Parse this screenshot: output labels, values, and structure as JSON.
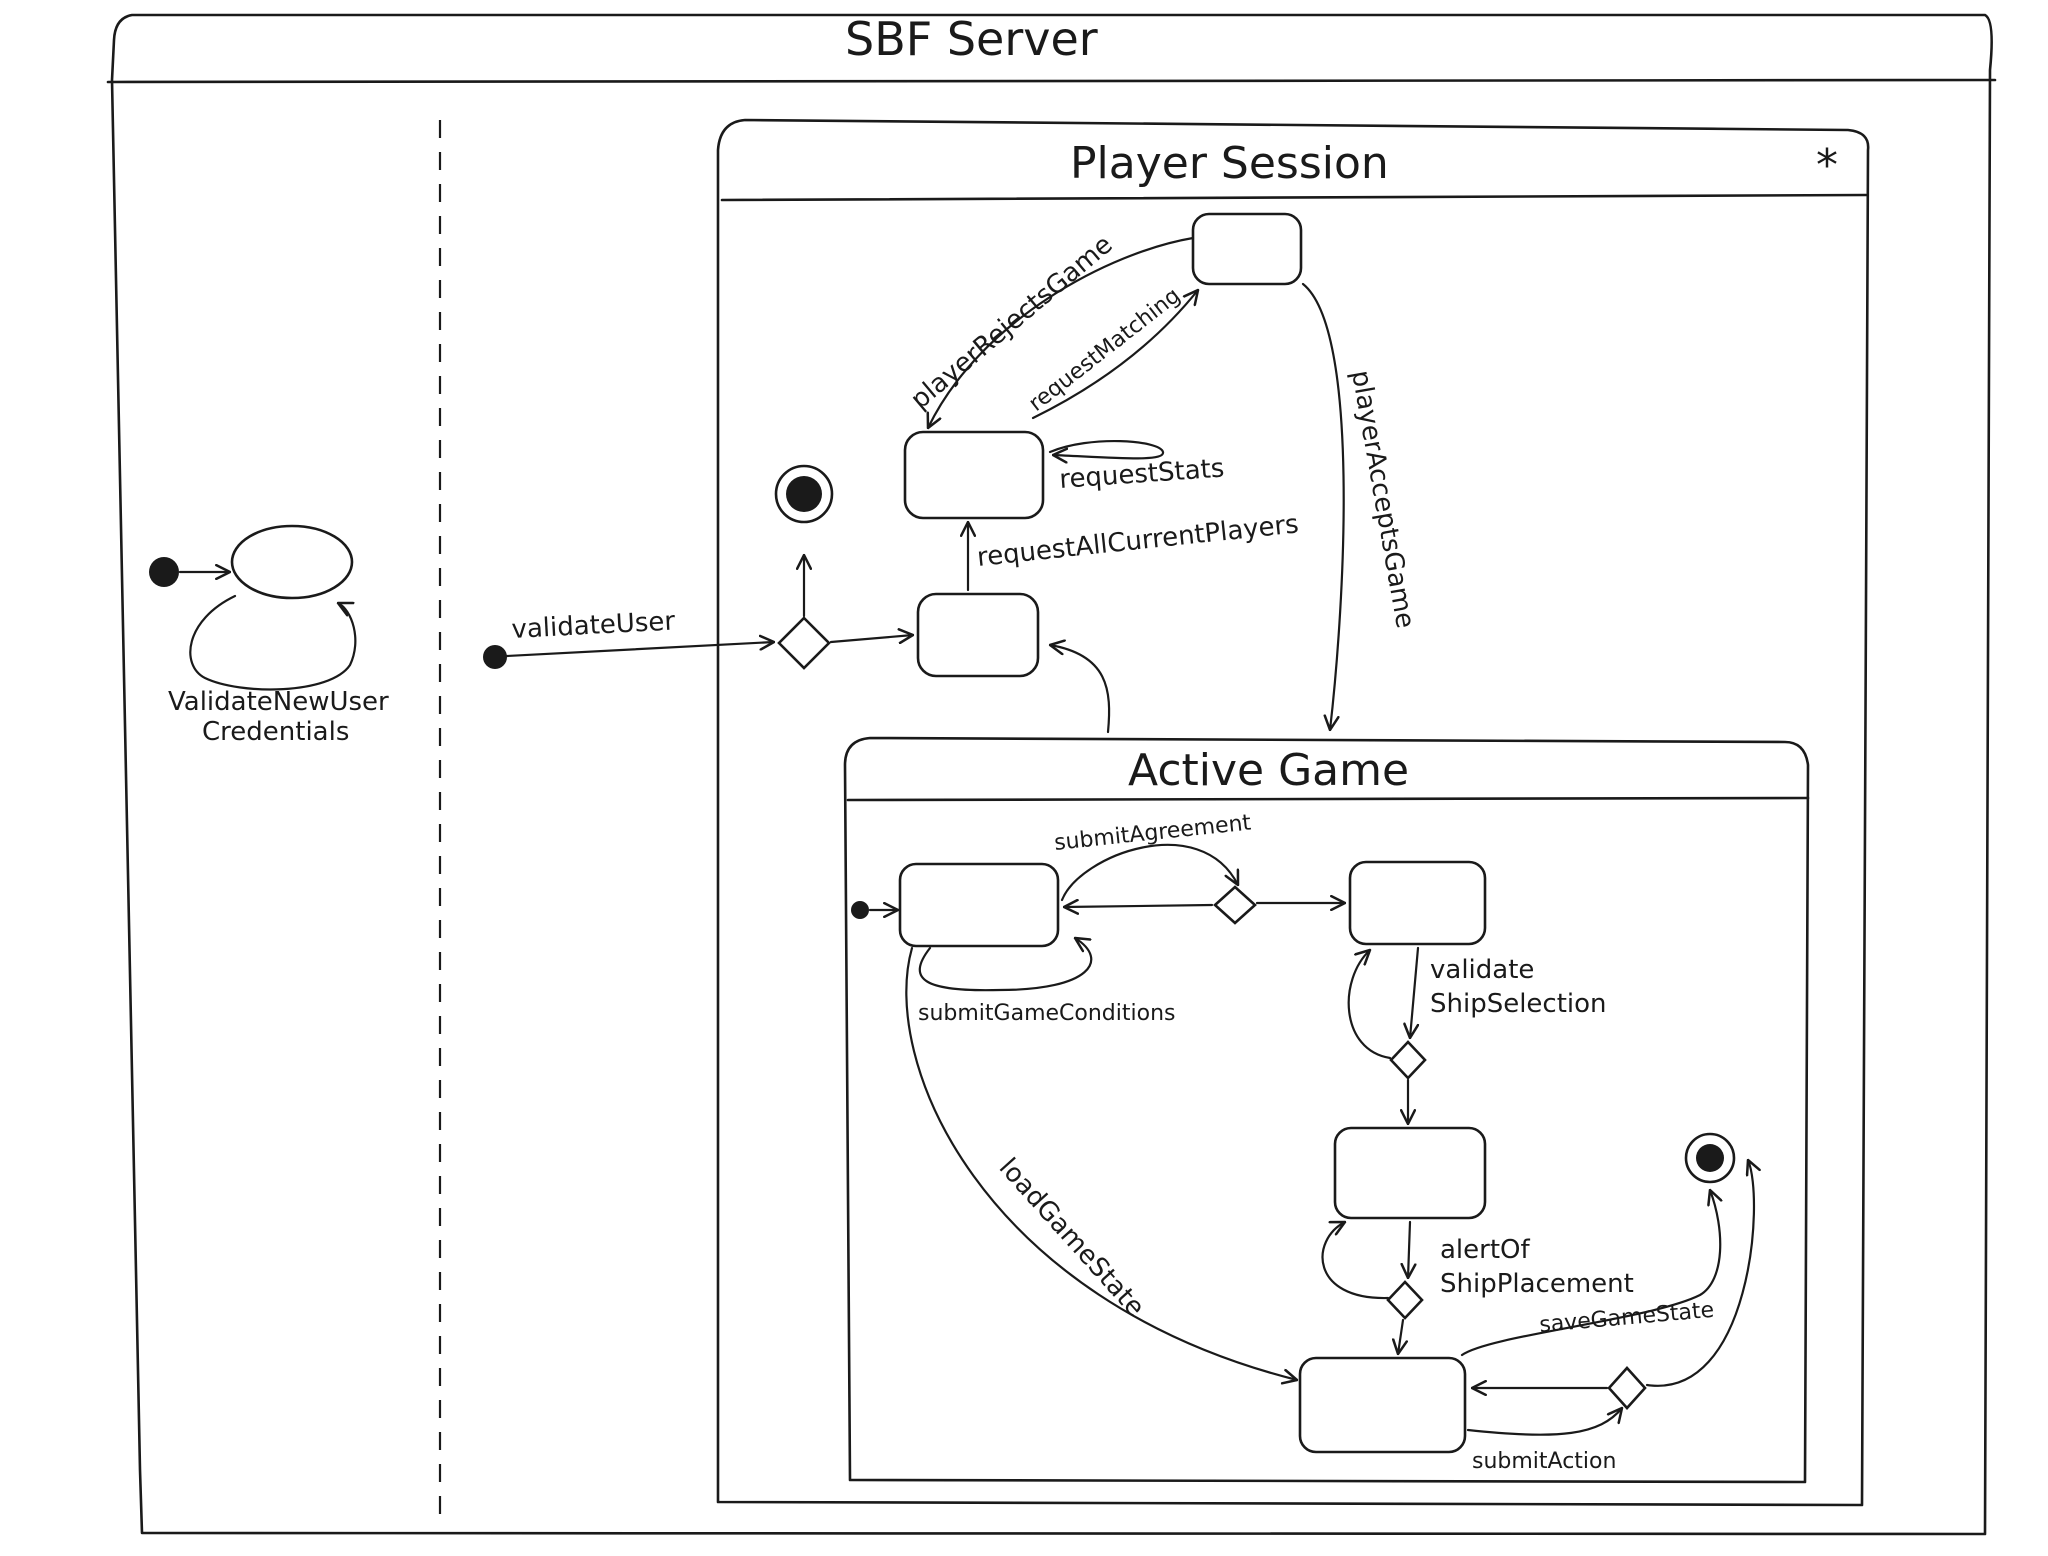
{
  "diagram": {
    "server_title": "SBF Server",
    "left_region": {
      "state_label_line1": "ValidateNewUser",
      "state_label_line2": "Credentials"
    },
    "entry_transition": "validateUser",
    "player_session": {
      "title": "Player Session",
      "concurrency_marker": "*",
      "transitions": {
        "request_all_players": "requestAllCurrentPlayers",
        "request_stats": "requestStats",
        "request_matching": "requestMatching",
        "player_rejects": "playerRejectsGame",
        "player_accepts": "playerAcceptsGame"
      }
    },
    "active_game": {
      "title": "Active Game",
      "transitions": {
        "submit_agreement": "submitAgreement",
        "submit_game_conditions": "submitGameConditions",
        "validate_line1": "validate",
        "validate_line2": "ShipSelection",
        "alert_line1": "alertOf",
        "alert_line2": "ShipPlacement",
        "load_game_state": "loadGameState",
        "save_game_state": "saveGameState",
        "submit_action": "submitAction"
      }
    }
  }
}
